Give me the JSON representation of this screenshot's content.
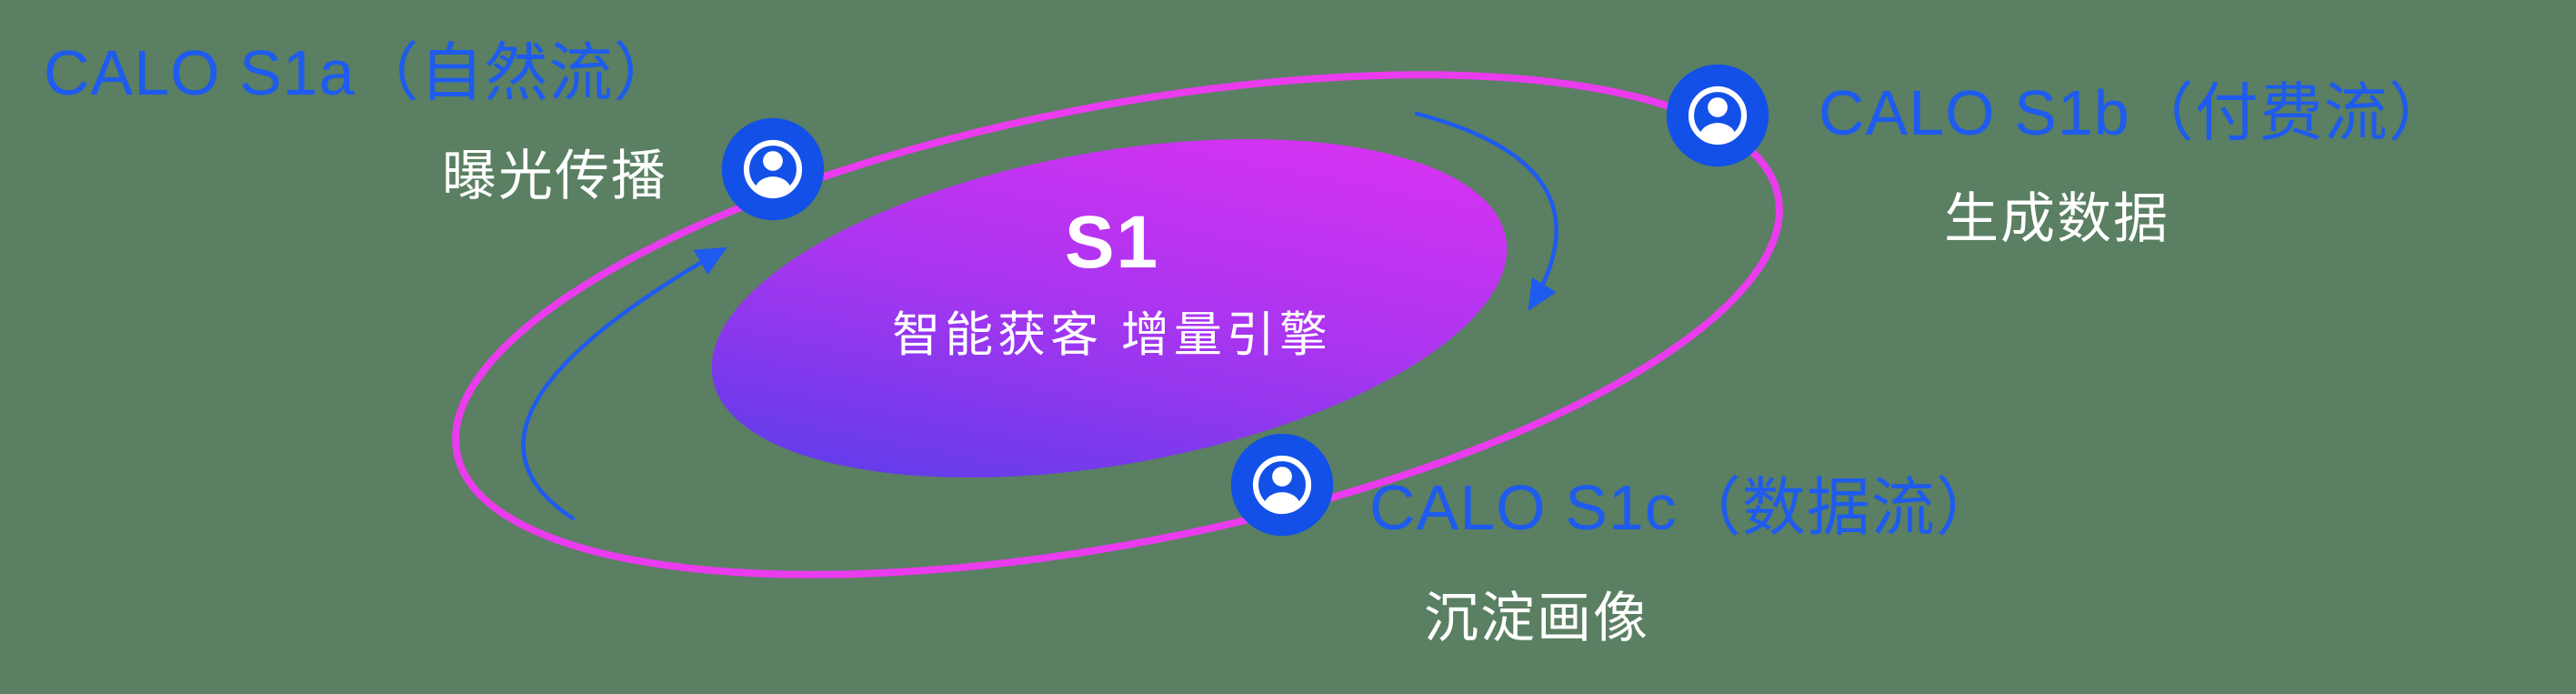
{
  "meta": {
    "background_color": "#5a7f62"
  },
  "colors": {
    "accent_blue": "#1e5bee",
    "ring_magenta": "#ea3cee",
    "ellipse_gradient_start": "#4a3fe8",
    "ellipse_gradient_mid": "#a935f0",
    "ellipse_gradient_end": "#e632f2",
    "icon_blue": "#1250e8",
    "text_white": "#ffffff",
    "arrow_blue": "#1e5bee"
  },
  "center": {
    "title": "S1",
    "subtitle": "智能获客  增量引擎"
  },
  "nodes": [
    {
      "id": "s1a",
      "title": "CALO S1a（自然流）",
      "subtitle": "曝光传播",
      "icon": "user-in-circle-icon"
    },
    {
      "id": "s1b",
      "title": "CALO S1b（付费流）",
      "subtitle": "生成数据",
      "icon": "user-in-circle-icon"
    },
    {
      "id": "s1c",
      "title": "CALO S1c（数据流）",
      "subtitle": "沉淀画像",
      "icon": "user-in-circle-icon"
    }
  ]
}
